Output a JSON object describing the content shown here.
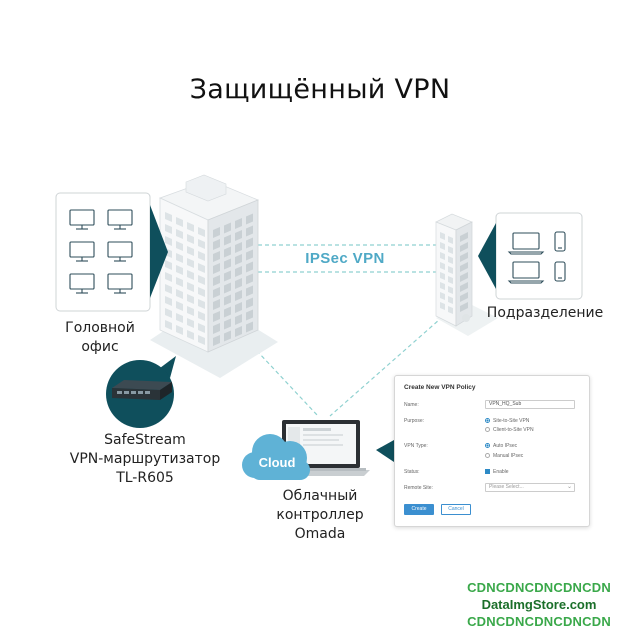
{
  "title": "Защищённый VPN",
  "tunnel_label": "IPSec VPN",
  "nodes": {
    "head_office": "Головной\nофис",
    "branch": "Подразделение",
    "router": "SafeStream\nVPN-маршрутизатор\nTL-R605",
    "controller": "Облачный\nконтроллер\nOmada",
    "cloud": "Cloud"
  },
  "vpn_policy": {
    "title": "Create New VPN Policy",
    "name_label": "Name:",
    "name_value": "VPN_HQ_Sub",
    "purpose_label": "Purpose:",
    "purpose_option1": "Site-to-Site VPN",
    "purpose_option2": "Client-to-Site VPN",
    "vpn_type_label": "VPN Type:",
    "vpn_type_option1": "Auto IPsec",
    "vpn_type_option2": "Manual IPsec",
    "status_label": "Status:",
    "status_value": "Enable",
    "remote_site_label": "Remote Site:",
    "remote_site_placeholder": "Please Select...",
    "create_label": "Create",
    "cancel_label": "Cancel"
  },
  "watermark": {
    "line1": "CDNCDNCDNCDNCDN",
    "line2": "DataImgStore.com",
    "line3": "CDNCDNCDNCDNCDN"
  },
  "colors": {
    "accent_teal": "#0f4f5c",
    "tunnel_blue": "#4fa9c6",
    "cloud_blue": "#5fb2d6",
    "button_blue": "#3b8fd0",
    "watermark_green": "#3aa84a"
  }
}
